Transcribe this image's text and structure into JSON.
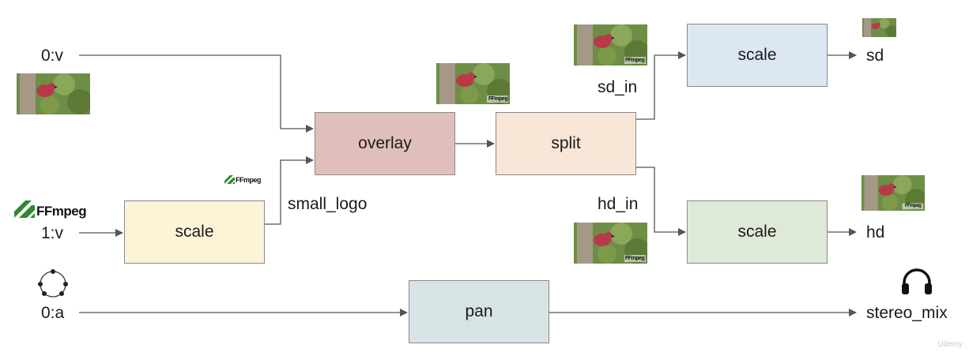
{
  "nodes": {
    "overlay": "overlay",
    "split": "split",
    "scale_sd": "scale",
    "scale_hd": "scale",
    "scale_logo": "scale",
    "pan": "pan"
  },
  "labels": {
    "in_video0": "0:v",
    "in_video1": "1:v",
    "in_audio0": "0:a",
    "small_logo": "small_logo",
    "sd_in": "sd_in",
    "hd_in": "hd_in",
    "out_sd": "sd",
    "out_hd": "hd",
    "out_stereo": "stereo_mix"
  },
  "logo_text": "FFmpeg",
  "watermark": "Udemy",
  "colors": {
    "overlay": "#e0bfbb",
    "split": "#f8e6d6",
    "scale_sd": "#dce7f3",
    "scale_hd": "#deead7",
    "scale_logo": "#fdf3d7",
    "pan": "#d8e3e6",
    "edge": "#555555",
    "ffmpeg_green": "#2f8a2f"
  },
  "icons": {
    "bird_thumb": "bird-photo-thumbnail",
    "ffmpeg_logo": "ffmpeg-logo",
    "audio_channels": "audio-channels-icon",
    "headphones": "headphones-icon"
  }
}
